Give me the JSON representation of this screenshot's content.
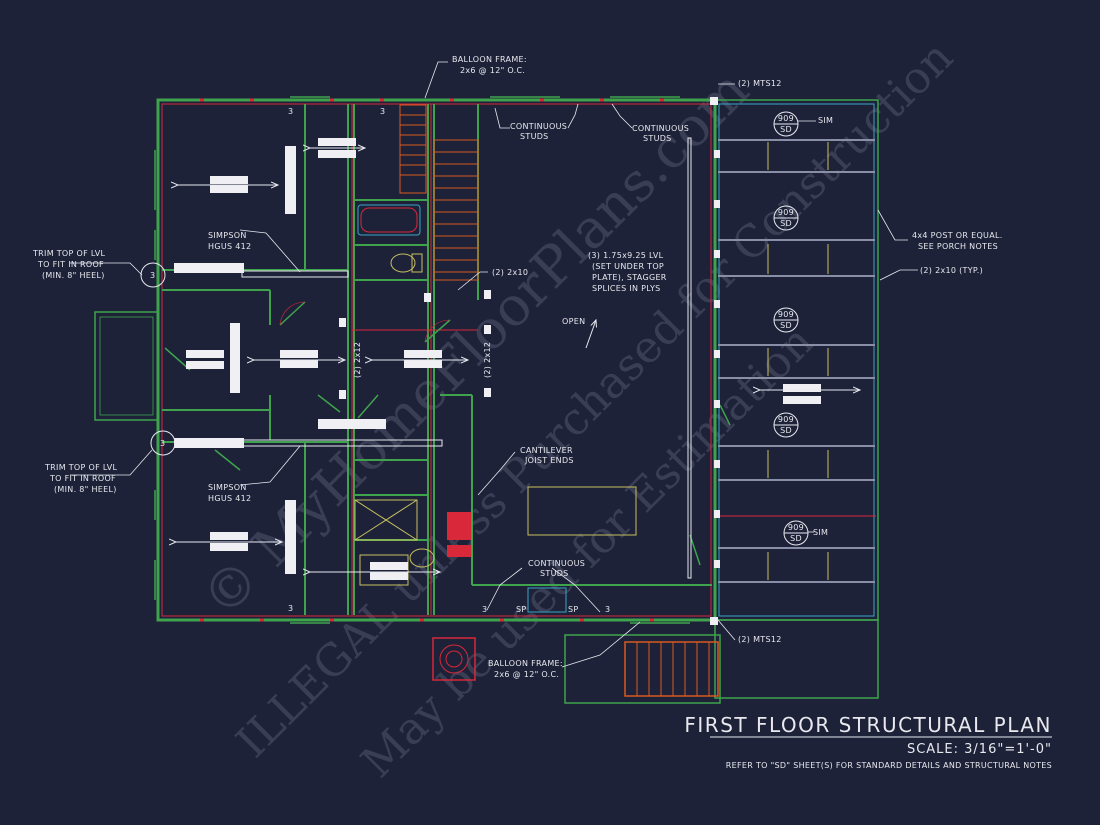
{
  "colors": {
    "background": "#1d2238",
    "wall_green": "#3fa34d",
    "wall_red": "#d8283a",
    "line_white": "#e8e8ee",
    "title_white": "#f0f0f4"
  },
  "watermark": {
    "line1": "© MyHomeFloorPlans.com",
    "line2": "ILLEGAL unless Purchased for Construction",
    "line3": "May be used for Estimation"
  },
  "title_block": {
    "title": "FIRST FLOOR STRUCTURAL PLAN",
    "scale": "SCALE: 3/16\"=1'-0\"",
    "note": "REFER TO \"SD\" SHEET(S) FOR STANDARD DETAILS AND STRUCTURAL NOTES"
  },
  "notes": {
    "balloon_top_1": "BALLOON FRAME:",
    "balloon_top_2": "2x6 @ 12\" O.C.",
    "mtsi_top": "(2) MTS12",
    "cont_studs_1a": "CONTINUOUS",
    "cont_studs_1b": "STUDS",
    "cont_studs_2a": "CONTINUOUS",
    "cont_studs_2b": "STUDS",
    "trim_1a": "TRIM TOP OF LVL",
    "trim_1b": "TO FIT IN ROOF",
    "trim_1c": "(MIN. 8\" HEEL)",
    "trim_2a": "TRIM TOP OF LVL",
    "trim_2b": "TO FIT IN ROOF",
    "trim_2c": "(MIN. 8\" HEEL)",
    "simpson_1a": "SIMPSON",
    "simpson_1b": "HGUS 412",
    "simpson_2a": "SIMPSON",
    "simpson_2b": "HGUS 412",
    "two_2x10": "(2) 2x10",
    "lvl_a": "(3) 1.75x9.25 LVL",
    "lvl_b": "(SET UNDER TOP",
    "lvl_c": "PLATE), STAGGER",
    "lvl_d": "SPLICES IN PLYS",
    "open": "OPEN",
    "two_2x12_a": "(2) 2x12",
    "two_2x12_b": "(2) 2x12",
    "cantilever_a": "CANTILEVER",
    "cantilever_b": "JOIST ENDS",
    "cont_studs_3a": "CONTINUOUS",
    "cont_studs_3b": "STUDS",
    "sp1": "SP",
    "sp2": "SP",
    "balloon_bot_1": "BALLOON FRAME:",
    "balloon_bot_2": "2x6 @ 12\" O.C.",
    "mtsi_bot": "(2) MTS12",
    "post_a": "4x4 POST OR EQUAL.",
    "post_b": "SEE PORCH NOTES",
    "two_2x10_typ": "(2) 2x10 (TYP.)",
    "sim1": "SIM",
    "sim2": "SIM",
    "three": "3"
  },
  "details": [
    {
      "num": "909",
      "sheet": "SD"
    },
    {
      "num": "909",
      "sheet": "SD"
    },
    {
      "num": "909",
      "sheet": "SD"
    },
    {
      "num": "909",
      "sheet": "SD"
    },
    {
      "num": "909",
      "sheet": "SD"
    }
  ]
}
